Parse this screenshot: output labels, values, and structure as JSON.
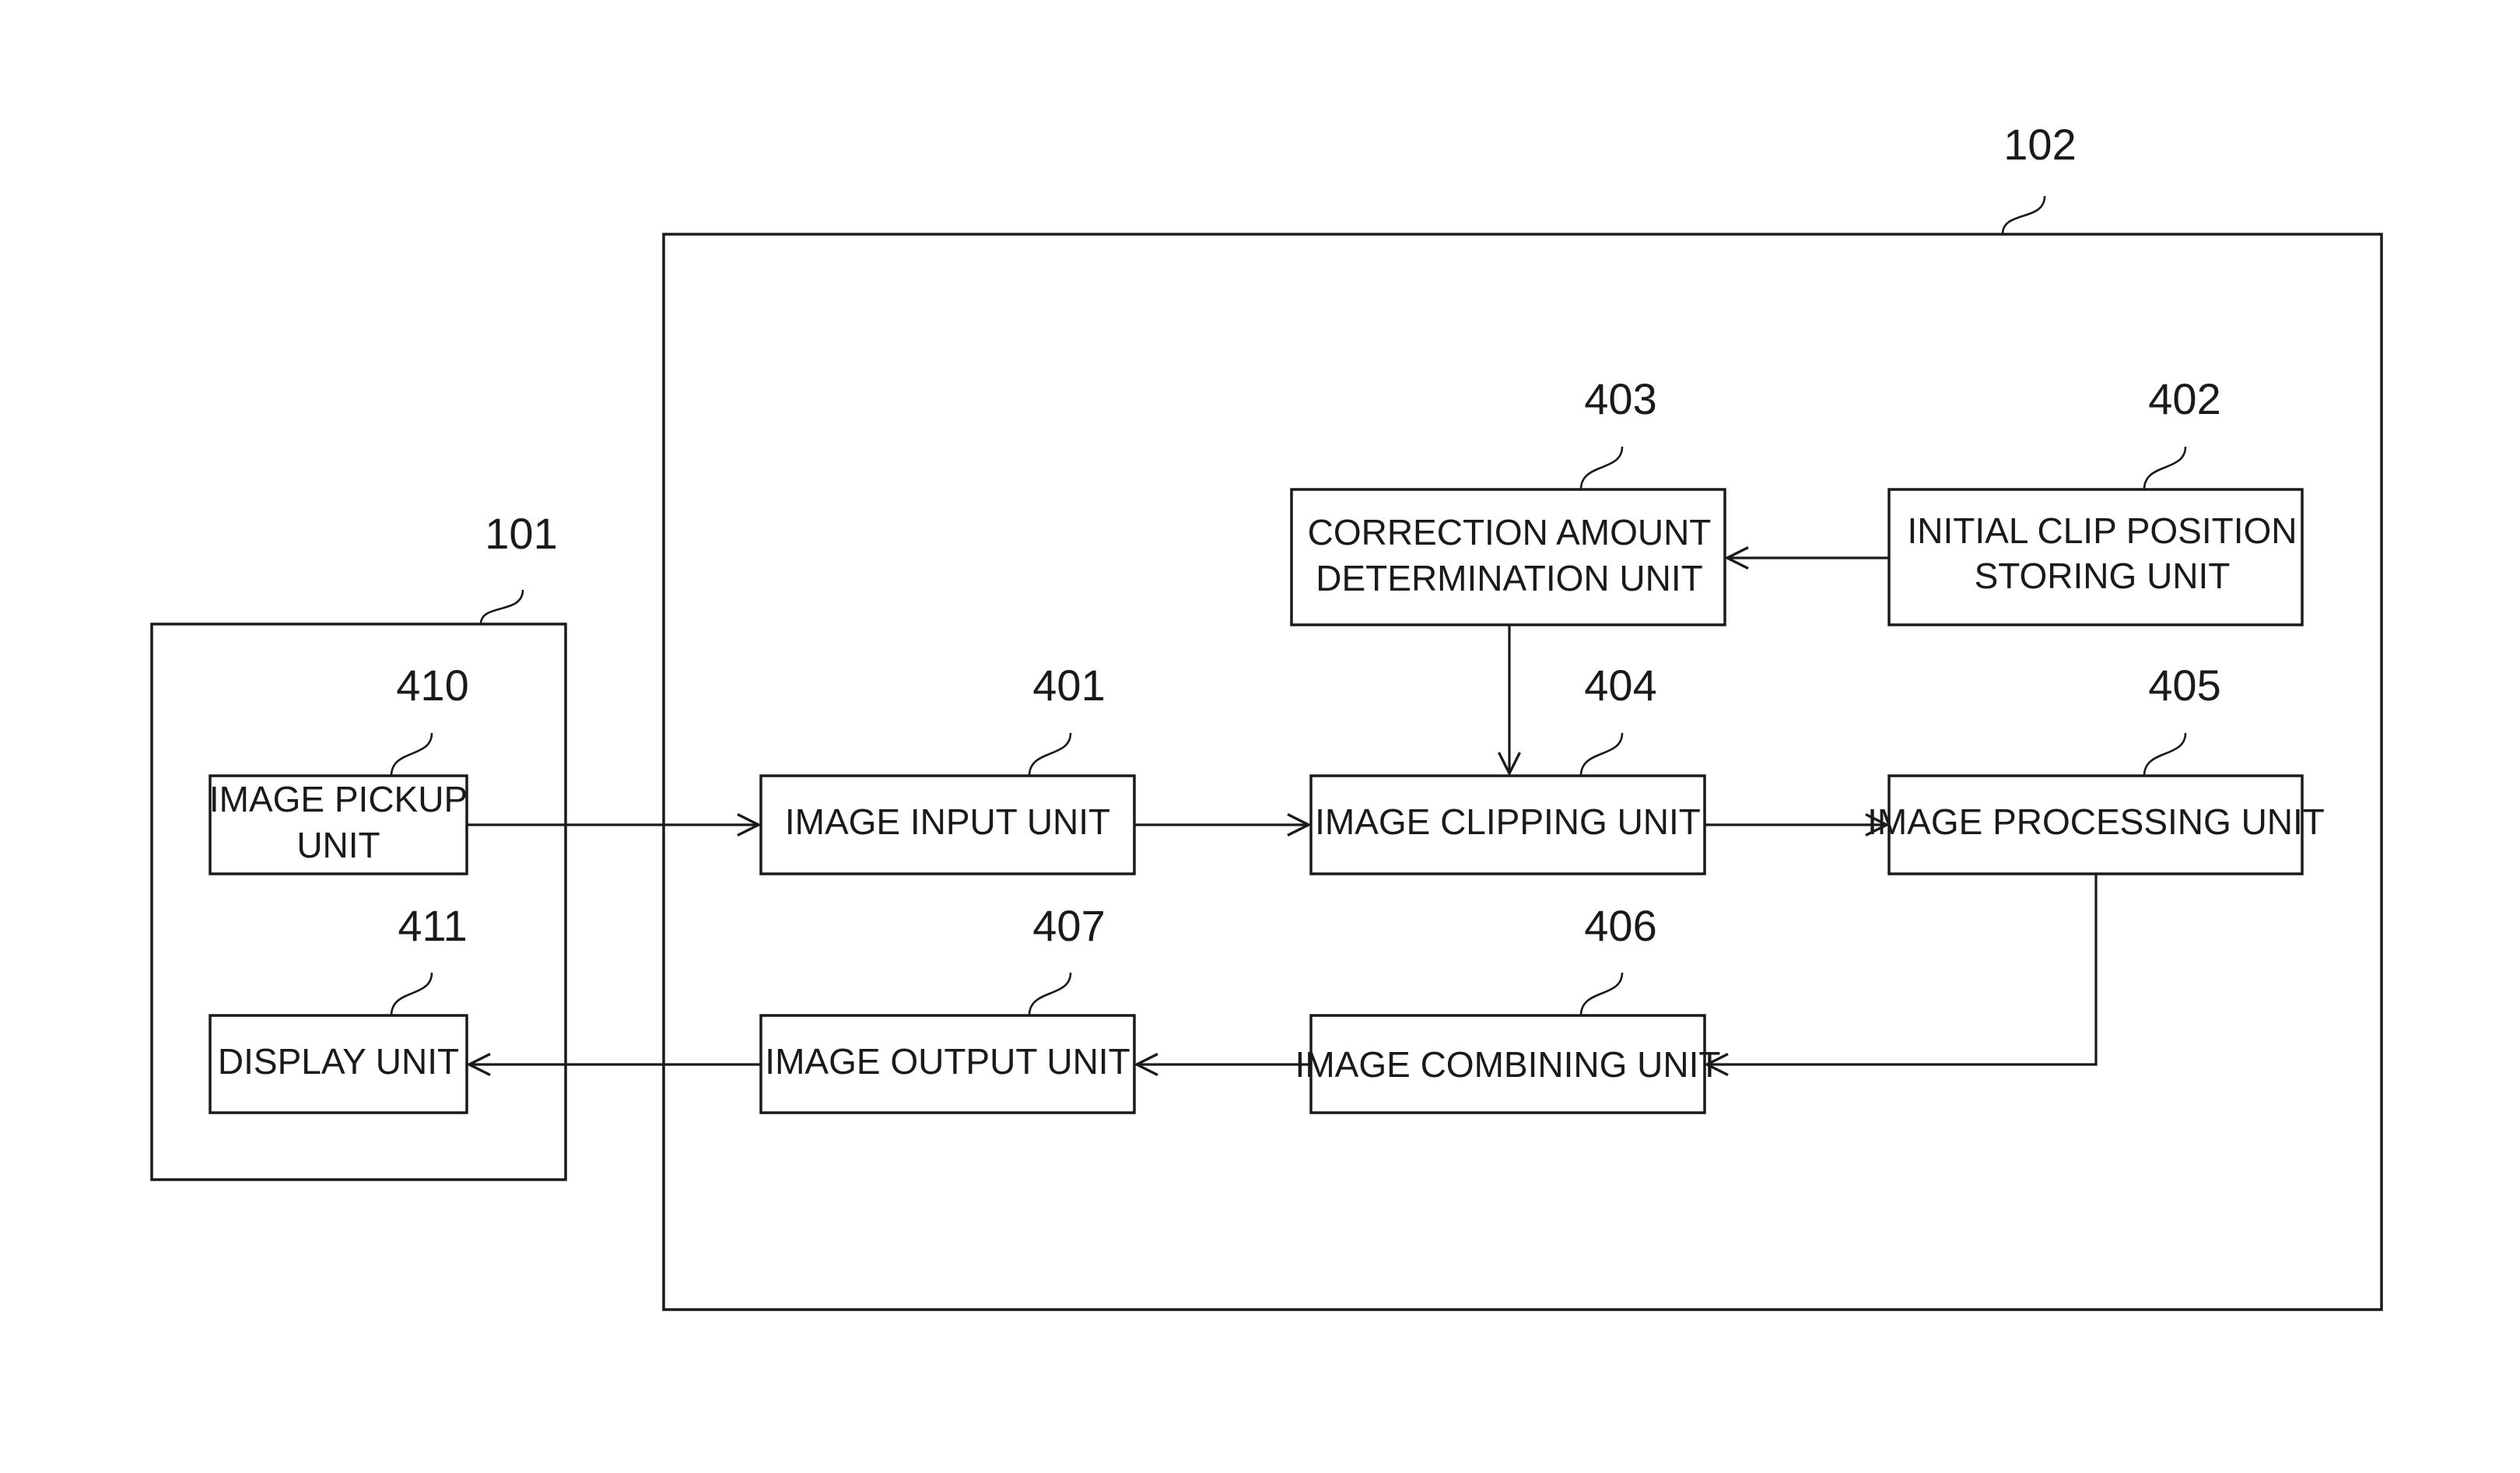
{
  "devices": {
    "hmd": {
      "ref": "101"
    },
    "processor": {
      "ref": "102"
    }
  },
  "units": {
    "image_pickup": {
      "ref": "410",
      "lines": [
        "IMAGE PICKUP",
        "UNIT"
      ]
    },
    "display": {
      "ref": "411",
      "lines": [
        "DISPLAY UNIT"
      ]
    },
    "image_input": {
      "ref": "401",
      "lines": [
        "IMAGE INPUT UNIT"
      ]
    },
    "image_output": {
      "ref": "407",
      "lines": [
        "IMAGE OUTPUT UNIT"
      ]
    },
    "correction": {
      "ref": "403",
      "lines": [
        "CORRECTION AMOUNT",
        "DETERMINATION UNIT"
      ]
    },
    "initial_clip": {
      "ref": "402",
      "lines": [
        "INITIAL CLIP POSITION",
        "STORING UNIT"
      ]
    },
    "clipping": {
      "ref": "404",
      "lines": [
        "IMAGE CLIPPING UNIT"
      ]
    },
    "processing": {
      "ref": "405",
      "lines": [
        "IMAGE PROCESSING UNIT"
      ]
    },
    "combining": {
      "ref": "406",
      "lines": [
        "IMAGE COMBINING UNIT"
      ]
    }
  },
  "connections": [
    {
      "from": "image_pickup",
      "to": "image_input"
    },
    {
      "from": "image_input",
      "to": "clipping"
    },
    {
      "from": "clipping",
      "to": "processing"
    },
    {
      "from": "initial_clip",
      "to": "correction"
    },
    {
      "from": "correction",
      "to": "clipping"
    },
    {
      "from": "processing",
      "to": "combining"
    },
    {
      "from": "combining",
      "to": "image_output"
    },
    {
      "from": "image_output",
      "to": "display"
    }
  ]
}
